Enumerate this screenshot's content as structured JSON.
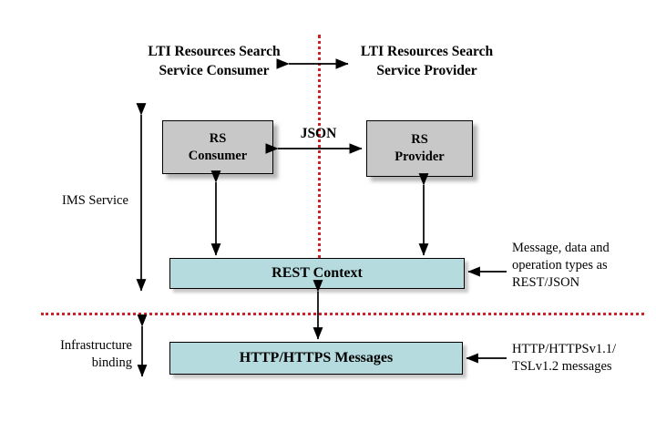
{
  "diagram": {
    "title_consumer": "LTI Resources Search\nService Consumer",
    "title_provider": "LTI Resources Search\nService Provider",
    "json_label": "JSON",
    "boxes": {
      "rs_consumer": "RS\nConsumer",
      "rs_provider": "RS\nProvider",
      "rest_context": "REST Context",
      "http_messages": "HTTP/HTTPS  Messages"
    },
    "side_labels": {
      "ims_service": "IMS Service",
      "infrastructure_binding": "Infrastructure\nbinding"
    },
    "annotations": {
      "rest_note": "Message, data and\noperation types as\nREST/JSON",
      "http_note": "HTTP/HTTPSv1.1/\nTSLv1.2 messages"
    },
    "colors": {
      "gray_box": "#c8c8c8",
      "blue_box": "#b6dbdf",
      "red_dotted": "#cc2229",
      "stroke": "#000000",
      "background": "#ffffff"
    }
  }
}
